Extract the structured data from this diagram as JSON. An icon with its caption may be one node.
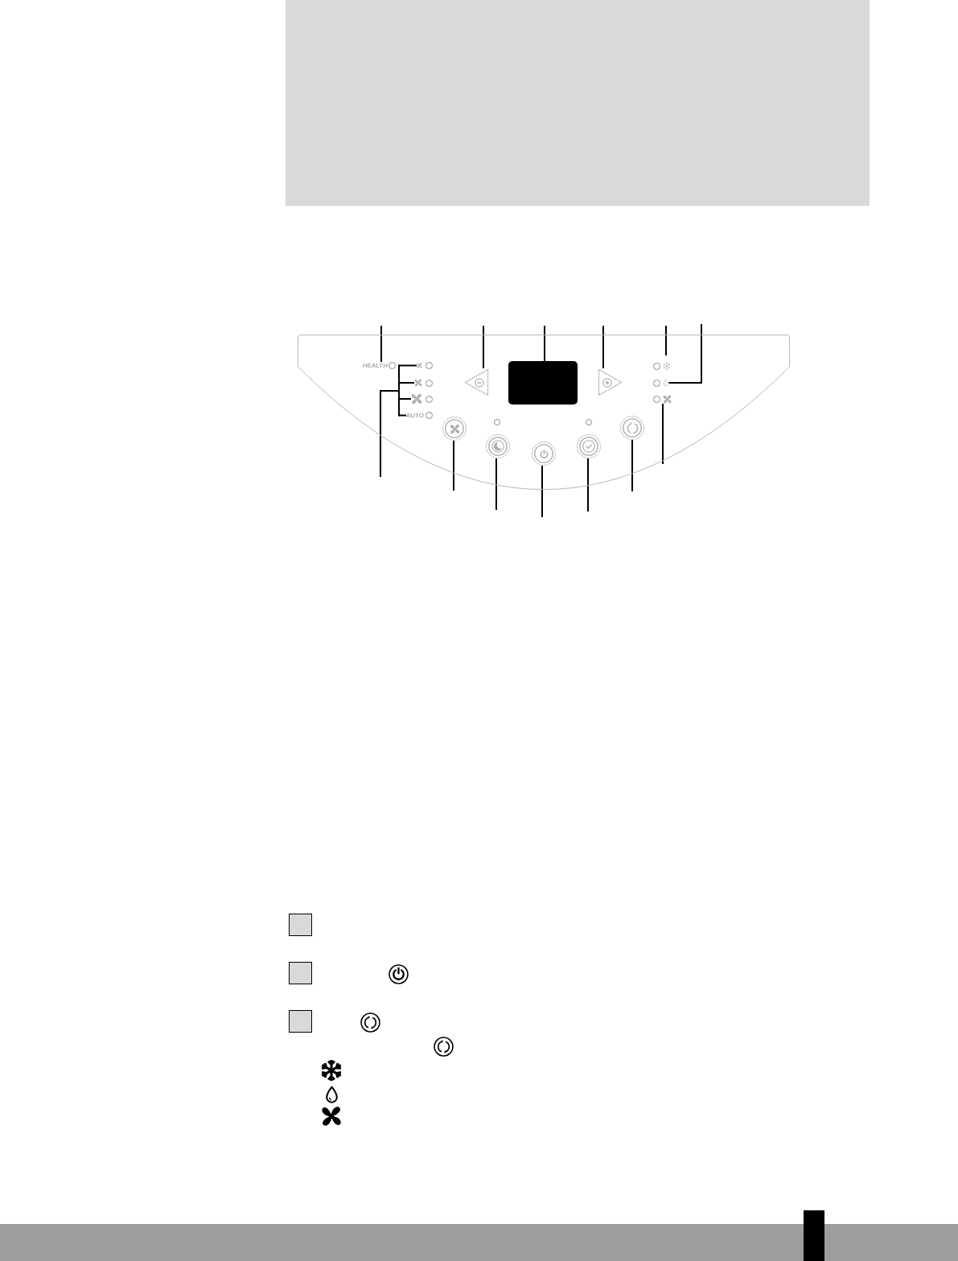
{
  "diagram": {
    "nodes": [
      {
        "text": [],
        "shape": "panel"
      },
      {
        "text": [
          "HEALTH"
        ],
        "in": 0
      },
      {
        "text": [],
        "shape": "circle",
        "in": 0
      },
      {
        "text": [],
        "shape": "circle",
        "in": 0
      },
      {
        "text": [],
        "shape": "circle",
        "in": 0
      },
      {
        "text": [
          "AUTO"
        ],
        "in": 0
      },
      {
        "text": [],
        "shape": "triangle",
        "in": 0
      },
      {
        "text": [],
        "shape": "box",
        "in": 0
      },
      {
        "text": [],
        "shape": "triangle",
        "in": 0
      },
      {
        "text": [],
        "shape": "circle",
        "in": 0
      },
      {
        "text": [],
        "shape": "circle",
        "in": 0
      },
      {
        "text": [],
        "shape": "circle",
        "in": 0
      },
      {
        "text": [],
        "shape": "circle",
        "in": 0
      },
      {
        "text": [],
        "shape": "circle",
        "in": 0
      },
      {
        "text": [],
        "shape": "circle",
        "in": 0
      },
      {
        "text": [],
        "shape": "circle",
        "in": 0
      },
      {
        "text": [],
        "shape": "circle",
        "in": 0
      }
    ],
    "edges": [
      {
        "from": null,
        "to": 1,
        "arrow": "none"
      },
      {
        "from": null,
        "to": 6,
        "arrow": "none"
      },
      {
        "from": null,
        "to": 7,
        "arrow": "none"
      },
      {
        "from": null,
        "to": 8,
        "arrow": "none"
      },
      {
        "from": null,
        "to": 9,
        "arrow": "none"
      },
      {
        "from": null,
        "to": 10,
        "arrow": "none"
      },
      {
        "from": null,
        "to": 11,
        "arrow": "none"
      },
      {
        "from": null,
        "to": 2,
        "arrow": "none"
      },
      {
        "from": null,
        "to": 3,
        "arrow": "none"
      },
      {
        "from": null,
        "to": 4,
        "arrow": "none"
      },
      {
        "from": null,
        "to": 5,
        "arrow": "none"
      },
      {
        "from": null,
        "to": 12,
        "arrow": "none"
      },
      {
        "from": null,
        "to": 13,
        "arrow": "none"
      },
      {
        "from": null,
        "to": 14,
        "arrow": "none"
      },
      {
        "from": null,
        "to": 15,
        "arrow": "none"
      },
      {
        "from": null,
        "to": 16,
        "arrow": "none"
      }
    ]
  }
}
